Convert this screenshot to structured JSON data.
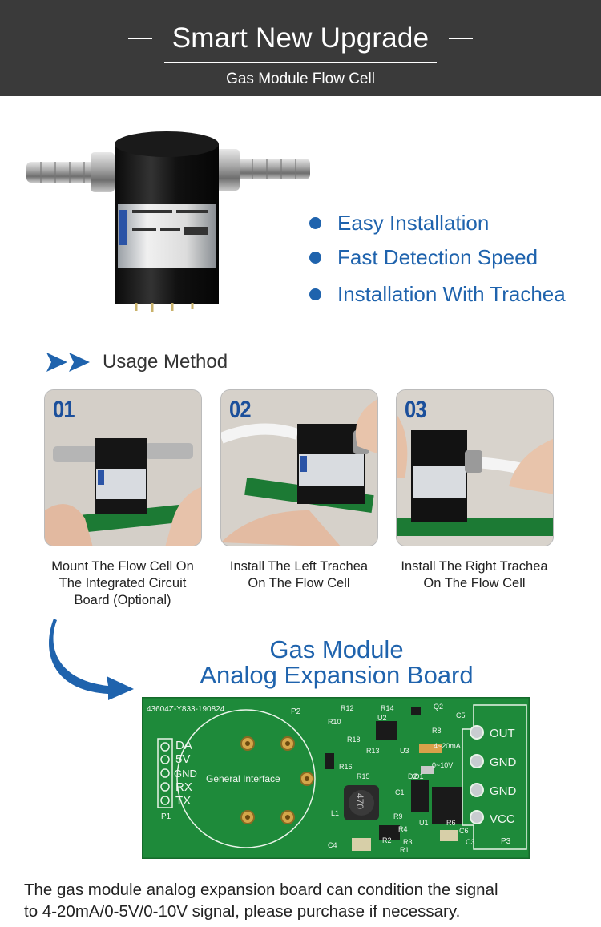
{
  "header": {
    "title": "Smart New Upgrade",
    "subtitle": "Gas Module Flow Cell"
  },
  "features": [
    "Easy Installation",
    "Fast Detection Speed",
    "Installation With Trachea"
  ],
  "usage": {
    "label": "Usage Method",
    "steps": [
      {
        "num": "01",
        "caption_lines": [
          "Mount The Flow Cell On",
          "The Integrated Circuit",
          "Board (Optional)"
        ]
      },
      {
        "num": "02",
        "caption_lines": [
          "Install The Left Trachea",
          "On The Flow Cell"
        ]
      },
      {
        "num": "03",
        "caption_lines": [
          "Install The Right Trachea",
          "On The Flow Cell"
        ]
      }
    ]
  },
  "board": {
    "title_line1": "Gas Module",
    "title_line2": "Analog Expansion Board",
    "code": "43604Z-Y833-190824",
    "interface_label": "General Interface",
    "left_pins": [
      "DA",
      "5V",
      "GND",
      "RX",
      "TX"
    ],
    "left_header": "P1",
    "center_header": "P2",
    "right_header": "P3",
    "right_pins": [
      "OUT",
      "GND",
      "GND",
      "VCC"
    ],
    "inductor": "470",
    "parts": [
      "R12",
      "R14",
      "Q2",
      "C5",
      "R10",
      "U2",
      "R8",
      "R18",
      "R13",
      "U3",
      "4~20mA",
      "R16",
      "R15",
      "D2",
      "0~10V",
      "C1",
      "D1",
      "L1",
      "R9",
      "U1",
      "R4",
      "C4",
      "R2",
      "R3",
      "R1",
      "R6",
      "C3",
      "C6"
    ]
  },
  "footer": {
    "line1": "The gas module analog expansion board can condition the signal",
    "line2": "to 4-20mA/0-5V/0-10V signal, please purchase if necessary."
  },
  "colors": {
    "header_bg": "#3a3a3a",
    "accent_blue": "#1f63ad",
    "pcb_green": "#1e8a3a"
  }
}
